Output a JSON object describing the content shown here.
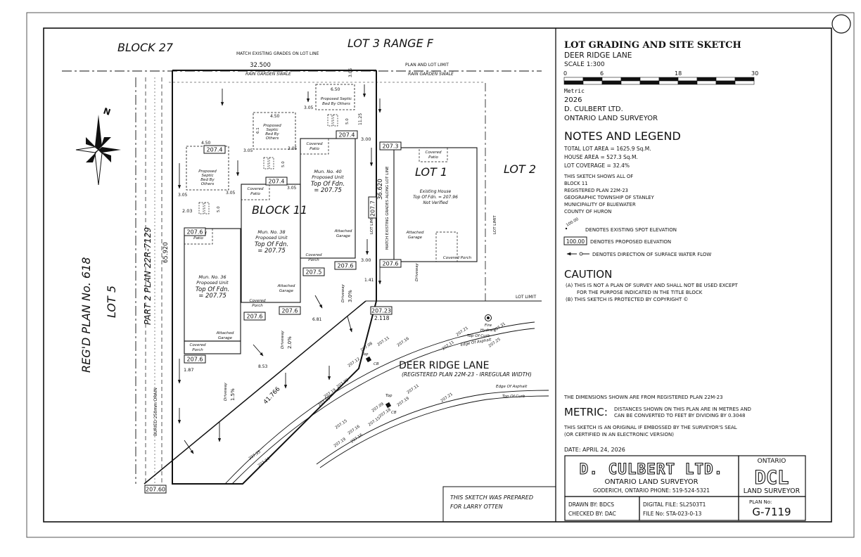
{
  "sheet": {
    "title_circle": ""
  },
  "site": {
    "block27": "BLOCK 27",
    "lot3range": "LOT 3 RANGE F",
    "match_grades_lot_line": "MATCH EXISTING GRADES ON LOT LINE",
    "dim_top": "32.500",
    "plan_lot_limit": "PLAN AND LOT LIMIT",
    "rain_garden_1": "RAIN GARDEN SWALE",
    "rain_garden_2": "RAIN GARDEN SWALE",
    "dim_305_top": "3.05",
    "reg_plan": "REG'D PLAN No. 618",
    "lot5": "LOT 5",
    "part2": "PART 2 PLAN 22R-7129",
    "buried_drain": "BURIED 250mm DRAIN",
    "dim_65920": "65.920",
    "block11": "BLOCK 11",
    "lot1": "LOT 1",
    "lot2": "LOT 2",
    "lot_limit_a": "LOT LIMIT",
    "lot_limit_b": "LOT LIMIT",
    "lot_limit_c": "LOT LIMIT",
    "match_along": "MATCH EXISTING GRADES ALONG LOT LINE",
    "dim_36620": "36.620",
    "dim_41766": "41.766",
    "dim_2118": "2.118",
    "dim_203": "2.03",
    "dim_187": "1.87",
    "dim_300a": "3.00",
    "dim_300b": "3.00",
    "dim_1125": "11.25",
    "dim_50a": "5.0",
    "dim_50b": "5.0",
    "dim_50c": "5.0",
    "dim_650": "6.50",
    "dim_450a": "4.50",
    "dim_450b": "4.50",
    "dim_61": "6.1",
    "dim_305a": "3.05",
    "dim_305b": "3.05",
    "dim_305c": "3.05",
    "dim_305d": "3.05",
    "dim_305e": "3.05",
    "dim_305f": "3.05",
    "septic1": [
      "Proposed",
      "Septic",
      "Bed By",
      "Others"
    ],
    "septic2": [
      "Proposed",
      "Septic",
      "Bed By",
      "Others"
    ],
    "septic3": [
      "Proposed Septic",
      "Bed By Others"
    ],
    "unit36": [
      "Mun. No. 36",
      "Proposed Unit",
      "Top Of Fdn.",
      "= 207.75"
    ],
    "unit38": [
      "Mun. No. 38",
      "Proposed Unit",
      "Top Of Fdn.",
      "= 207.75"
    ],
    "unit40": [
      "Mun. No. 40",
      "Proposed Unit",
      "Top Of Fdn.",
      "= 207.75"
    ],
    "house": [
      "Existing House",
      "Top Of Fdn. = 207.96",
      "Not Verified"
    ],
    "covered_patio": "Covered Patio",
    "attached_garage": "Attached Garage",
    "covered_porch": "Covered Porch",
    "driveway": "Driveway",
    "drive_2_0": "2.0%",
    "drive_1_5": "1.5%",
    "drive_3_0": "3.0%",
    "slope_8_53": "8.53",
    "slope_6_81": "6.81",
    "slope_1_41": "1.41",
    "elev_boxes": [
      "207.4",
      "207.4",
      "207.4",
      "207.3",
      "207.7",
      "207.6",
      "207.6",
      "207.6",
      "207.6",
      "207.5",
      "207.6",
      "207.6",
      "207.23",
      "207.60"
    ],
    "deer_ridge": "DEER RIDGE LANE",
    "reg_plan_width": "(REGISTERED PLAN 22M-23 - IRREGULAR WIDTH)",
    "fire_hydrant": "Fire Hydrant",
    "edge_asphalt_1": "Edge Of Asphalt",
    "edge_asphalt_2": "Edge Of Asphalt",
    "top_curb_1": "Top Of Curb",
    "top_curb_2": "Top Of Curb",
    "cb1": "CB",
    "cb2": "CB",
    "top_label": "Top",
    "spot_elevs_upper": [
      "207.21",
      "207.31",
      "207.11",
      "207.25",
      "207.16",
      "207.11",
      "207.08",
      "207.12",
      "207.09",
      "207.19",
      "207.16"
    ],
    "spot_elevs_lower": [
      "207.11",
      "207.21",
      "207.19",
      "207.09",
      "207.15",
      "207.18",
      "207.16",
      "207.15",
      "207.16",
      "207.19",
      "207.35",
      "207.34"
    ],
    "prepared_for": [
      "THIS SKETCH WAS PREPARED",
      "FOR LARRY OTTEN"
    ]
  },
  "title": {
    "main": "LOT GRADING AND SITE SKETCH",
    "street": "DEER RIDGE LANE",
    "scale": "SCALE 1:300",
    "scale_ticks": [
      "0",
      "6",
      "18",
      "30"
    ],
    "metric": "Metric",
    "year": "2026",
    "firm": "D. CULBERT LTD.",
    "role": "ONTARIO LAND SURVEYOR"
  },
  "notes": {
    "heading": "NOTES AND LEGEND",
    "area_lines": [
      "TOTAL LOT AREA = 1625.9 Sq.M.",
      "HOUSE AREA = 527.3 Sq.M.",
      "LOT COVERAGE = 32.4%"
    ],
    "shows_lines": [
      "THIS SKETCH SHOWS ALL OF",
      "BLOCK 11",
      "REGISTERED PLAN 22M-23",
      "GEOGRAPHIC TOWNSHIP OF STANLEY",
      "MUNICIPALITY OF BLUEWATER",
      "COUNTY OF HURON"
    ],
    "spot_sample": "100.00",
    "spot_legend": "DENOTES EXISTING SPOT ELEVATION",
    "box_sample": "100.00",
    "box_legend": "DENOTES PROPOSED ELEVATION",
    "flow_legend": "DENOTES DIRECTION OF SURFACE WATER FLOW",
    "caution": "CAUTION",
    "caution_lines": [
      "(A) THIS IS NOT A PLAN OF SURVEY AND SHALL NOT BE USED EXCEPT",
      "FOR THE PURPOSE INDICATED IN THE TITLE BLOCK",
      "(B) THIS SKETCH IS PROTECTED BY COPYRIGHT ©"
    ],
    "dims_from": "THE DIMENSIONS SHOWN ARE FROM REGISTERED PLAN 22M-23",
    "metric_big": "METRIC:",
    "metric_lines": [
      "DISTANCES SHOWN ON THIS PLAN ARE IN METRES AND",
      "CAN BE CONVERTED TO FEET BY DIVIDING BY 0.3048"
    ],
    "original_lines": [
      "THIS SKETCH IS AN ORIGINAL IF EMBOSSED BY THE SURVEYOR'S SEAL",
      "(OR CERTIFIED IN AN ELECTRONIC VERSION)"
    ],
    "date": "DATE:  APRIL 24, 2026"
  },
  "titleblock": {
    "firm_big": "D. CULBERT LTD.",
    "subtitle": "ONTARIO LAND SURVEYOR",
    "address": "GODERICH, ONTARIO  PHONE: 519-524-5321",
    "ontario": "ONTARIO",
    "dcl": "DCL",
    "land_surveyor": "LAND SURVEYOR",
    "drawn": "DRAWN BY: BDCS",
    "checked": "CHECKED BY: DAC",
    "digital": "DIGITAL FILE: SL2503T1",
    "file": "FILE No: STA-023-0-13",
    "plan_label": "PLAN No:",
    "plan_no": "G-7119"
  }
}
